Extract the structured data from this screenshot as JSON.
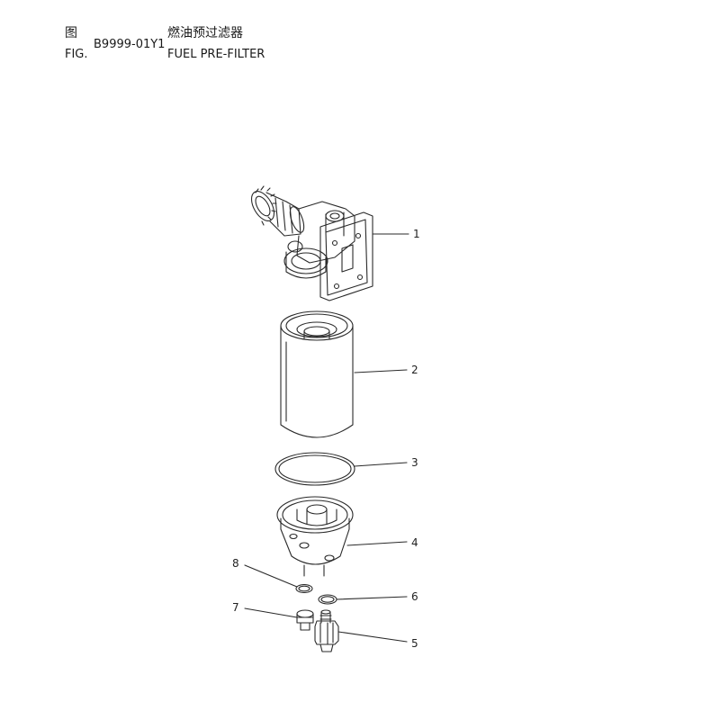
{
  "header": {
    "fig_label_cn": "图",
    "fig_label_en": "FIG.",
    "figure_number": "B9999-01Y1",
    "title_cn": "燃油预过滤器",
    "title_en": "FUEL PRE-FILTER"
  },
  "callouts": [
    {
      "id": "part-1",
      "label": "1"
    },
    {
      "id": "part-2",
      "label": "2"
    },
    {
      "id": "part-3",
      "label": "3"
    },
    {
      "id": "part-4",
      "label": "4"
    },
    {
      "id": "part-5",
      "label": "5"
    },
    {
      "id": "part-6",
      "label": "6"
    },
    {
      "id": "part-7",
      "label": "7"
    },
    {
      "id": "part-8",
      "label": "8"
    }
  ],
  "colors": {
    "line": "#2a2a2a",
    "background": "#ffffff"
  }
}
